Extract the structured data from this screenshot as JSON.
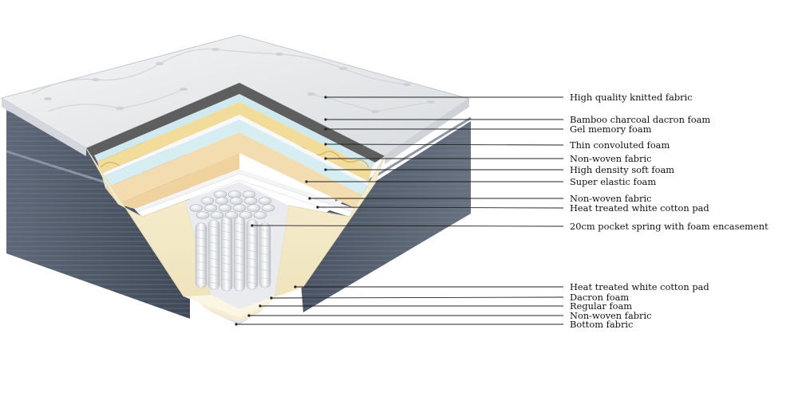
{
  "diagram": {
    "labels": [
      {
        "id": "knitted-fabric",
        "text": "High quality knitted fabric"
      },
      {
        "id": "bamboo-foam",
        "text": "Bamboo charcoal dacron foam"
      },
      {
        "id": "gel-foam",
        "text": "Gel memory foam"
      },
      {
        "id": "convoluted-foam",
        "text": "Thin convoluted foam"
      },
      {
        "id": "nonwoven-1",
        "text": "Non-woven fabric"
      },
      {
        "id": "hd-foam",
        "text": "High density soft foam"
      },
      {
        "id": "elastic-foam",
        "text": "Super elastic foam"
      },
      {
        "id": "nonwoven-2",
        "text": "Non-woven fabric"
      },
      {
        "id": "cotton-pad-top",
        "text": "Heat treated white cotton pad"
      },
      {
        "id": "pocket-spring",
        "text": "20cm pocket spring with foam encasement"
      },
      {
        "id": "cotton-pad-bottom",
        "text": "Heat treated white cotton pad"
      },
      {
        "id": "dacron-foam",
        "text": "Dacron foam"
      },
      {
        "id": "regular-foam",
        "text": "Regular foam"
      },
      {
        "id": "nonwoven-3",
        "text": "Non-woven fabric"
      },
      {
        "id": "bottom-fabric",
        "text": "Bottom fabric"
      }
    ]
  },
  "colors": {
    "quilt": "#e8eaec",
    "side_panel": "#4b5566",
    "foam_cream": "#f5ecc9",
    "gel_blue": "#cfe9ee",
    "charcoal": "#5e5e5e",
    "convoluted": "#f1dc9a",
    "elastic_foam": "#f3ddb0"
  }
}
